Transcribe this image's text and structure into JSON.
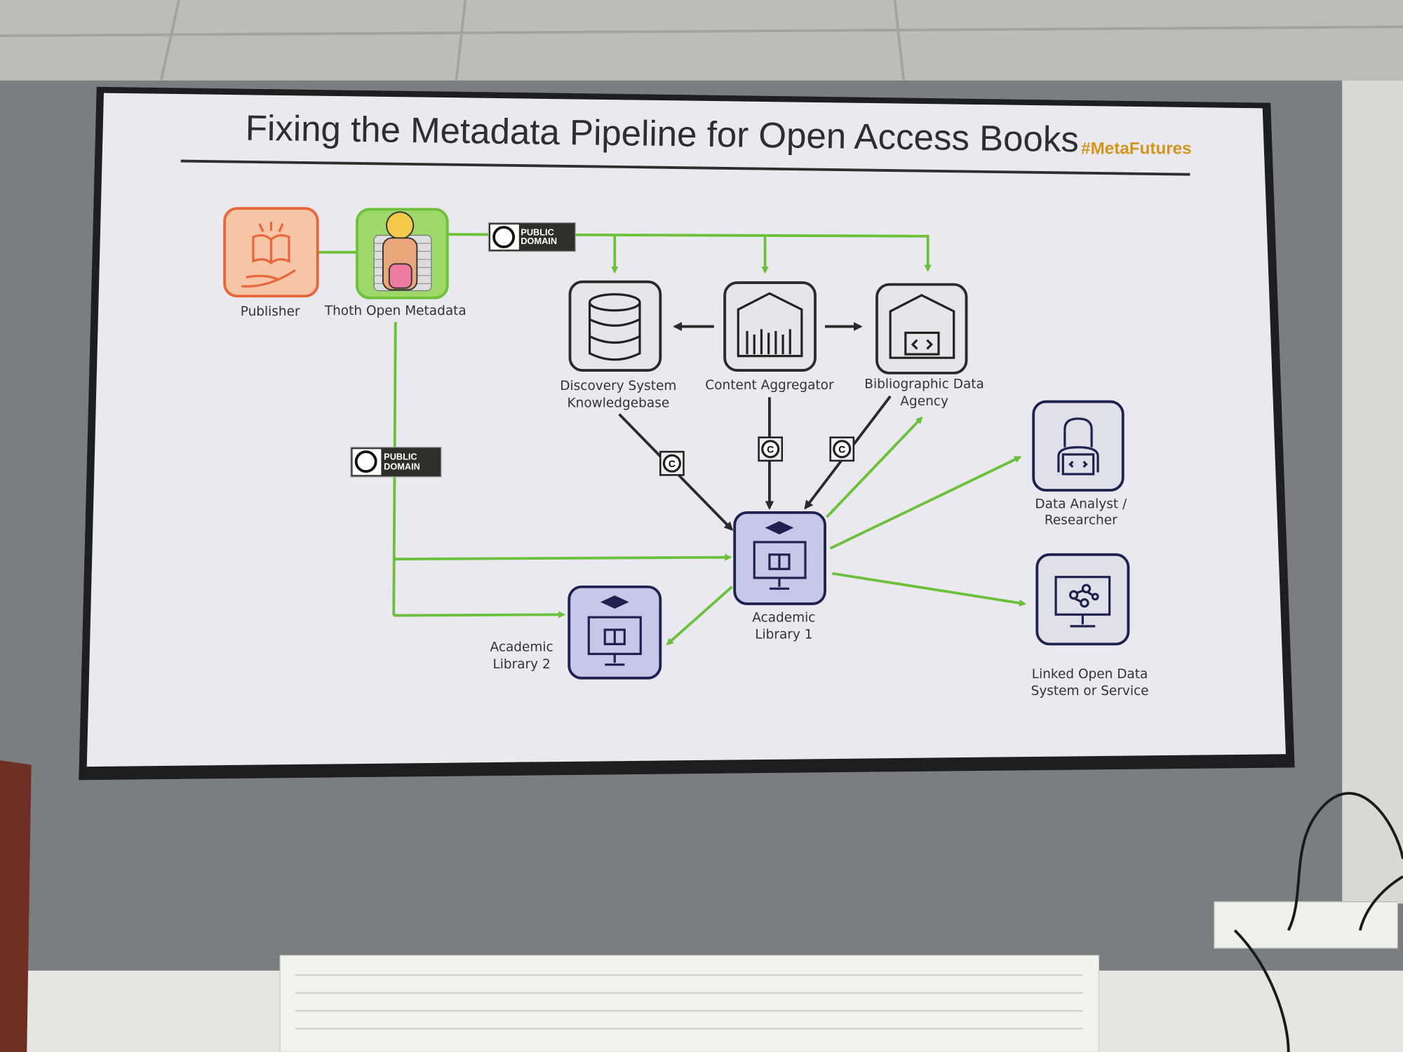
{
  "slide": {
    "title": "Fixing the Metadata Pipeline for Open Access Books",
    "hashtag": "#MetaFutures",
    "badge_line1": "PUBLIC",
    "badge_line2": "DOMAIN",
    "copyright_symbol": "C"
  },
  "nodes": {
    "publisher": "Publisher",
    "thoth": "Thoth Open Metadata",
    "discovery_1": "Discovery System",
    "discovery_2": "Knowledgebase",
    "aggregator": "Content Aggregator",
    "bib_1": "Bibliographic Data",
    "bib_2": "Agency",
    "lib1_1": "Academic",
    "lib1_2": "Library 1",
    "lib2_1": "Academic",
    "lib2_2": "Library 2",
    "analyst_1": "Data Analyst /",
    "analyst_2": "Researcher",
    "lod_1": "Linked Open Data",
    "lod_2": "System or Service"
  },
  "colors": {
    "open_flow": "#6cc13a",
    "restricted_flow": "#2a2a2a",
    "accent": "#d4951c",
    "publisher": "#e8663a"
  }
}
